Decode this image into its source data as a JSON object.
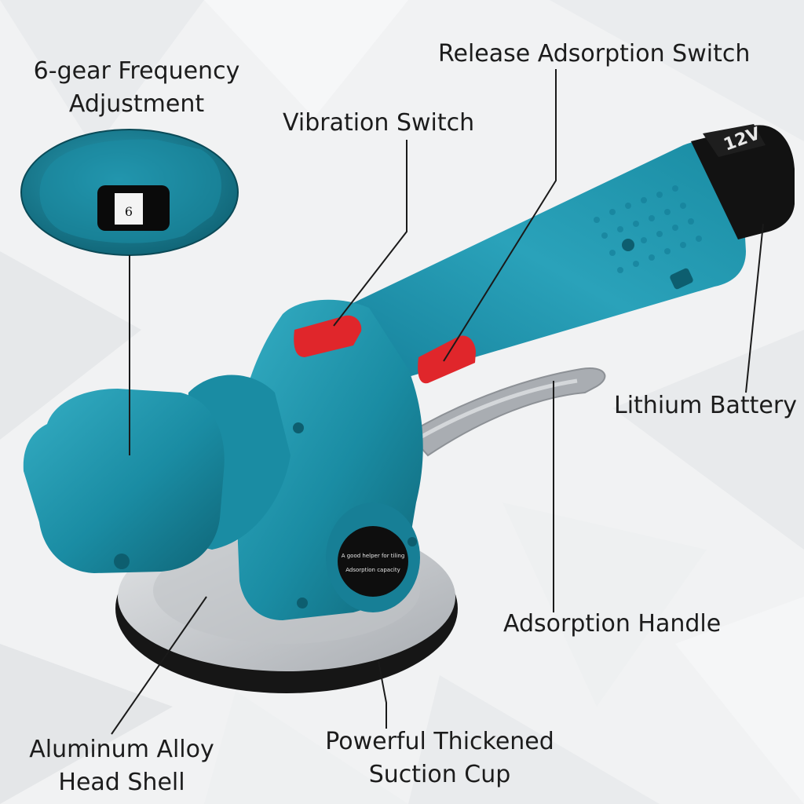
{
  "labels": {
    "frequency_line1": "6-gear Frequency",
    "frequency_line2": "Adjustment",
    "release_switch": "Release Adsorption Switch",
    "vibration_switch": "Vibration Switch",
    "lithium_battery": "Lithium Battery",
    "adsorption_handle": "Adsorption Handle",
    "aluminum_line1": "Aluminum Alloy",
    "aluminum_line2": "Head Shell",
    "suction_line1": "Powerful Thickened",
    "suction_line2": "Suction Cup"
  },
  "dial_digit": "6",
  "battery_marking": "12V",
  "badge_line1": "A good helper for tiling",
  "badge_line2": "Adsorption capacity",
  "colors": {
    "body": "#1b8ea5",
    "body_dark": "#0f6577",
    "body_light": "#3fb4c9",
    "switch_red": "#e0262b",
    "cup_silver": "#c9ccd0",
    "cup_rubber": "#161616",
    "battery": "#121212",
    "leader_line": "#1a1a1a"
  }
}
